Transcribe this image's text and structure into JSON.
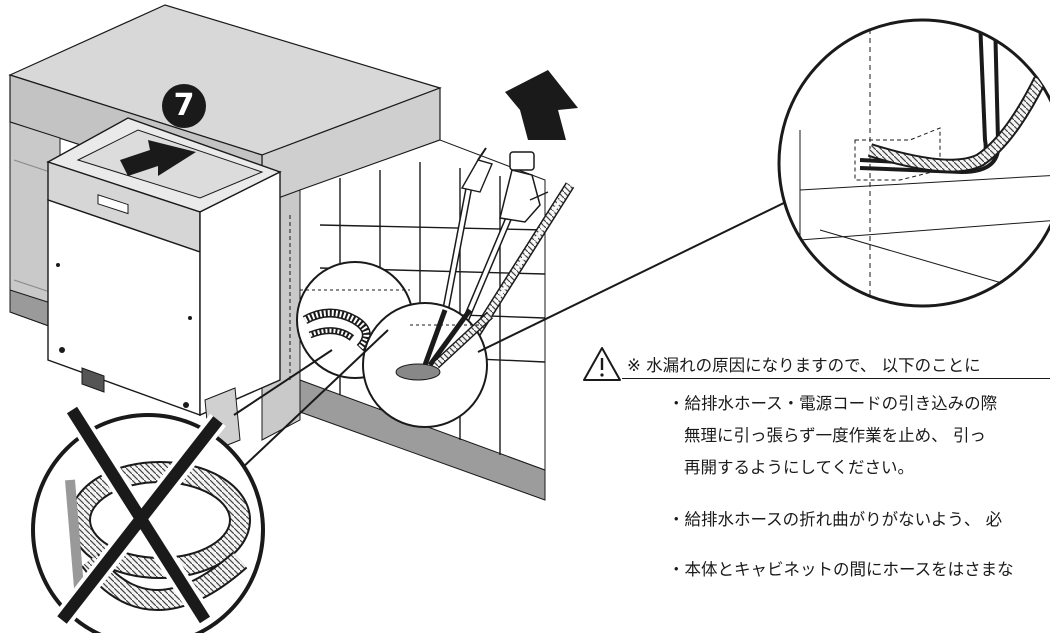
{
  "step": {
    "number": "7"
  },
  "caution": {
    "heading": "※ 水漏れの原因になりますので、 以下のことに",
    "items": [
      {
        "lines": [
          "・給排水ホース・電源コードの引き込みの際",
          "無理に引っ張らず一度作業を止め、 引っ",
          "再開するようにしてください。"
        ]
      },
      {
        "lines": [
          "・給排水ホースの折れ曲がりがないよう、 必"
        ]
      },
      {
        "lines": [
          "・本体とキャビネットの間にホースをはさまな"
        ]
      }
    ]
  },
  "colors": {
    "line": "#1a1a1a",
    "counter_top": "#d4d4d4",
    "cabinet_front": "#c8c8c8",
    "wall": "#e6e6e6",
    "arrow": "#1a1a1a"
  },
  "icons": [
    "warning-triangle-icon",
    "push-arrow-icon",
    "pull-up-arrow-icon",
    "prohibited-x-icon"
  ]
}
